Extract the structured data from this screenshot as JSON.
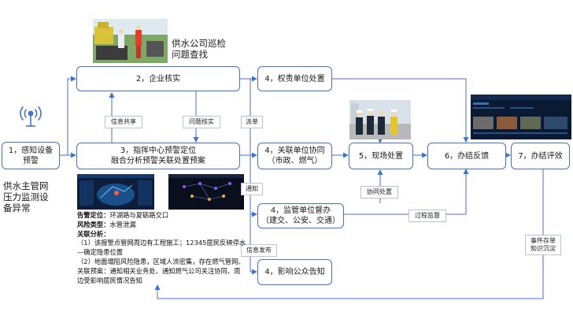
{
  "nodes": {
    "n1": "1，感知设备\n预警",
    "n2": "2，企业核实",
    "n3": "3，指挥中心预警定位\n融合分析预警关联处置预案",
    "n4a": "4，权责单位处置",
    "n4b": "4，关联单位协同\n（市政、燃气）",
    "n4c": "4，监管单位督办\n（建交、公安、交通）",
    "n4d": "4，影响公众告知",
    "n5": "5，现场处置",
    "n6": "6，办结反馈",
    "n7": "7，办结评效"
  },
  "labels": {
    "info_share": "信息共享",
    "problem_verify": "问题核实",
    "dispatch": "派单",
    "notify": "通知",
    "info_release": "信息发布",
    "cooperate": "协同处置",
    "process_supervision": "过程监督",
    "archive": "事件存单\n知识沉淀"
  },
  "texts": {
    "left_caption": "供水主管网\n压力监测设\n备异常",
    "top_caption": "供水公司巡检\n问题查找"
  },
  "info": {
    "loc_label": "告警定位：",
    "loc_value": "环湖路与夏砺路交口",
    "risk_label": "风险类型：",
    "risk_value": "水管泄漏",
    "analysis_label": "关联分析：",
    "analysis_1": "（1）该报警点管网周边有工程施工；12345居民反映停水—确定隐患位置",
    "analysis_2": "（2）地面塌陷风险隐患，区域人流密集，存在燃气管网。关联预案：通知相关业务处、通知燃气公司关注协同、周边受影响居民情况告知"
  },
  "colors": {
    "line": "#4472c4",
    "border": "#4472c4"
  }
}
